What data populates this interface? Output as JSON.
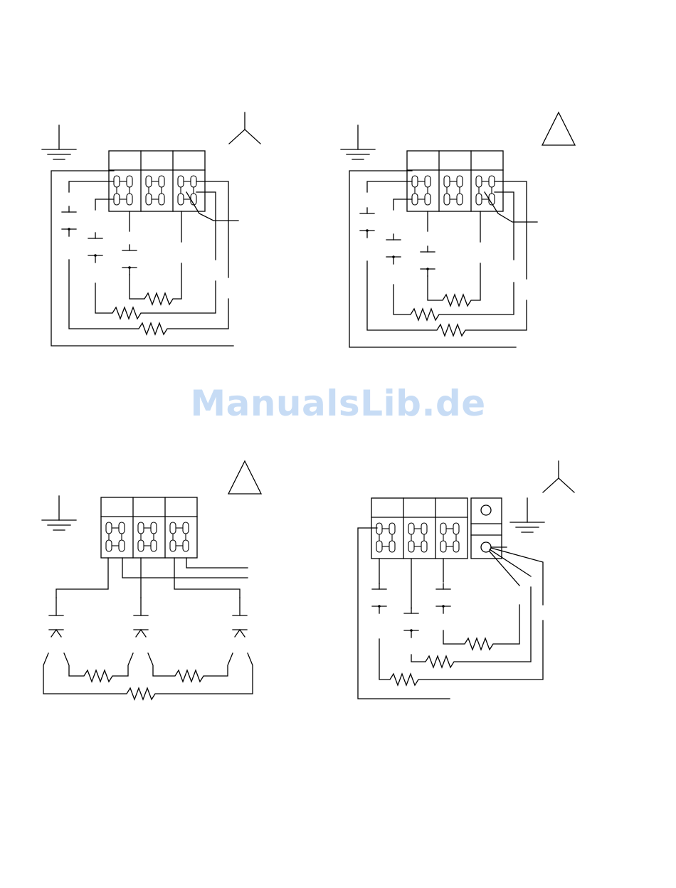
{
  "watermark": {
    "text": "ManualsLib.de",
    "color": "#c7dcf5"
  },
  "diagrams": [
    {
      "id": "top-left",
      "connection_symbol": "wye",
      "elements": 3,
      "terminal_blocks": 3
    },
    {
      "id": "top-right",
      "connection_symbol": "delta",
      "elements": 3,
      "terminal_blocks": 3
    },
    {
      "id": "bottom-left",
      "connection_symbol": "delta",
      "elements": 3,
      "terminal_blocks": 3
    },
    {
      "id": "bottom-right",
      "connection_symbol": "wye",
      "elements": 3,
      "terminal_blocks": 3,
      "extra_terminal": "neutral"
    }
  ],
  "symbols": {
    "ground": "ground-icon",
    "wye": "wye-icon",
    "delta": "delta-icon",
    "resistor": "resistor-icon",
    "switch": "contact-icon"
  },
  "colors": {
    "line": "#000000",
    "background": "#ffffff"
  }
}
